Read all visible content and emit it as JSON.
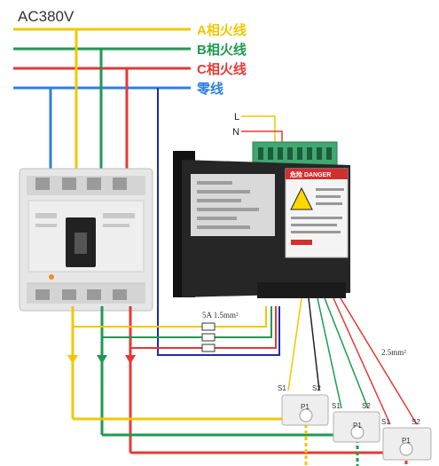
{
  "supply": {
    "title": "AC380V",
    "lines": [
      {
        "label": "A相火线",
        "color": "#f2c700"
      },
      {
        "label": "B相火线",
        "color": "#1e9a50"
      },
      {
        "label": "C相火线",
        "color": "#e53935"
      },
      {
        "label": "零线",
        "color": "#2f7fe0"
      }
    ]
  },
  "aux_power": {
    "l_label": "L",
    "n_label": "N"
  },
  "meter": {
    "danger_label": "危险 DANGER"
  },
  "fuse": {
    "spec": "5A 1.5mm²"
  },
  "ct": {
    "wire_spec": "2.5mm²",
    "s1": "S1",
    "s2": "S2",
    "p1": "P1"
  },
  "colors": {
    "neutral": "#1a2fa8",
    "breaker_body": "#e4e4e4",
    "meter_body": "#222222",
    "terminal_green": "#3fa870"
  }
}
